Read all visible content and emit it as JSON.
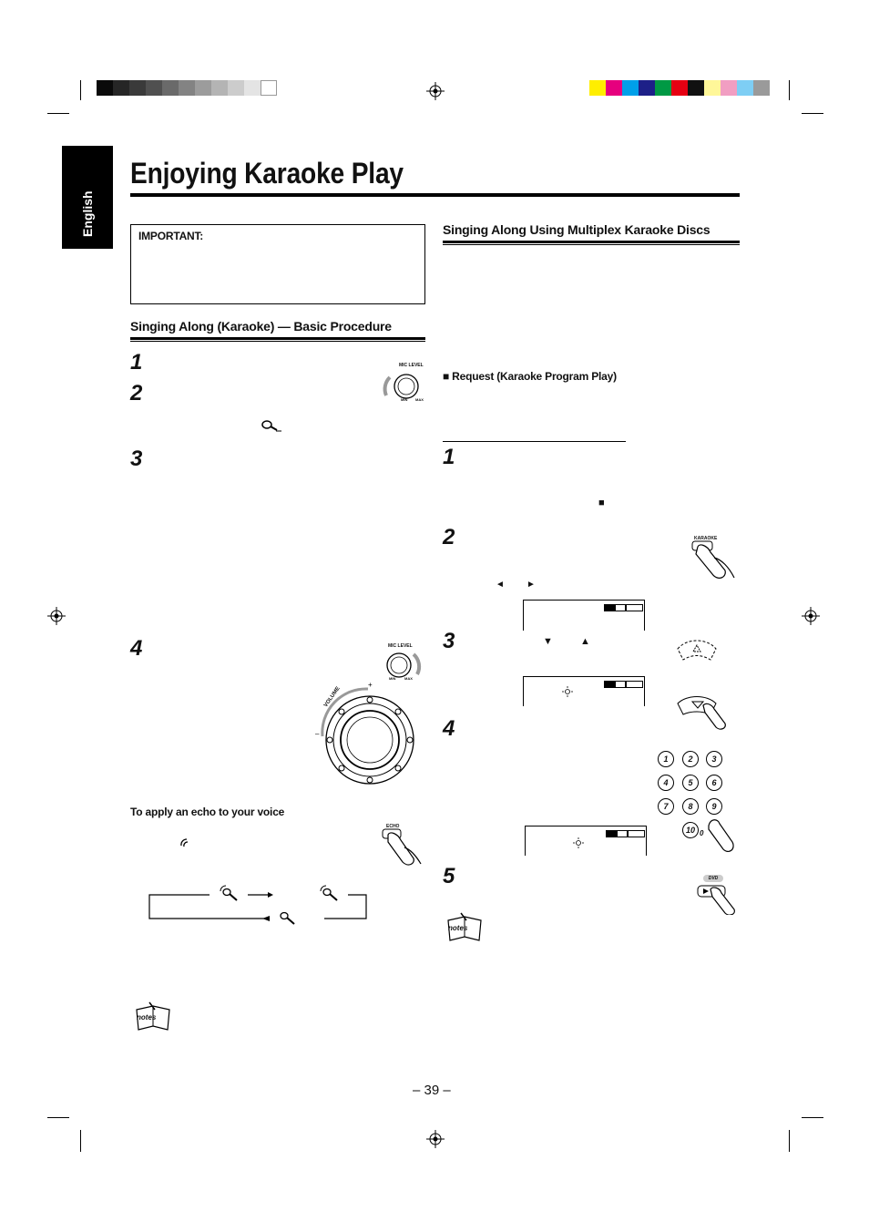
{
  "sidebar": {
    "language_tab": "English"
  },
  "page": {
    "title": "Enjoying Karaoke Play",
    "page_number": "– 39 –"
  },
  "important_box": {
    "label": "IMPORTANT:"
  },
  "section_basic": {
    "heading": "Singing Along (Karaoke) — Basic Procedure",
    "steps": [
      "1",
      "2",
      "3",
      "4"
    ],
    "mic_level_label": "MIC LEVEL",
    "mic_min": "MIN",
    "mic_max": "MAX",
    "volume_label": "VOLUME",
    "echo_heading": "To apply an echo to your voice",
    "echo_button_label": "ECHO"
  },
  "section_multiplex": {
    "heading": "Singing Along Using Multiplex Karaoke Discs",
    "request_heading": "■ Request (Karaoke Program Play)",
    "steps": [
      "1",
      "2",
      "3",
      "4",
      "5"
    ],
    "stop_symbol": "■",
    "left_arrow": "◄",
    "right_arrow": "►",
    "down_arrow": "▼",
    "up_arrow": "▲",
    "karaoke_button_label": "KARAOKE",
    "dvd_button_label": "DVD",
    "numeric_keys": [
      "1",
      "2",
      "3",
      "4",
      "5",
      "6",
      "7",
      "8",
      "9",
      "10"
    ],
    "zero_label": "0"
  },
  "notes_label": "notes",
  "colors": {
    "gray_bar": [
      "#0a0a0a",
      "#262626",
      "#3a3a3a",
      "#505050",
      "#6a6a6a",
      "#838383",
      "#9c9c9c",
      "#b4b4b4",
      "#cccccc",
      "#e4e4e4",
      "#ffffff"
    ],
    "color_bar": [
      "#ffee00",
      "#e6007e",
      "#00a0e9",
      "#1d2088",
      "#009944",
      "#e60012",
      "#111111",
      "#fff799",
      "#f19ec2",
      "#7ecef4",
      "#9a9a9a"
    ]
  }
}
